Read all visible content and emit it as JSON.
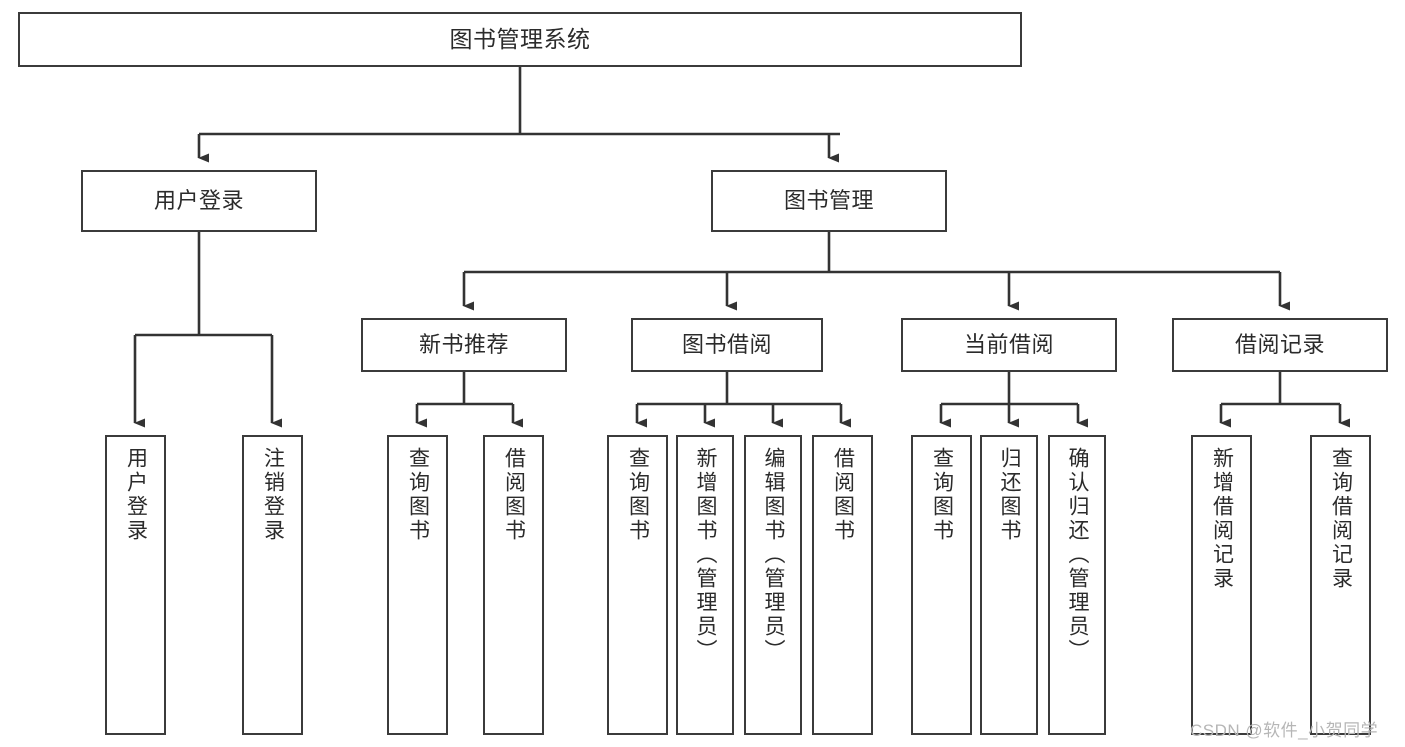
{
  "diagram": {
    "type": "tree",
    "title": "图书管理系统",
    "orientation": "top-down",
    "colors": {
      "box_stroke": "#3b3b3b",
      "box_fill": "#ffffff",
      "edge": "#333333",
      "text": "#2b2b2b",
      "watermark": "#b6b6b6",
      "background": "#ffffff"
    },
    "root": {
      "label": "图书管理系统"
    },
    "level2": [
      {
        "label": "用户登录"
      },
      {
        "label": "图书管理"
      }
    ],
    "level3": [
      {
        "label": "新书推荐"
      },
      {
        "label": "图书借阅"
      },
      {
        "label": "当前借阅"
      },
      {
        "label": "借阅记录"
      }
    ],
    "leaves": {
      "user_login": [
        {
          "label": "用户登录"
        },
        {
          "label": "注销登录"
        }
      ],
      "new_book_recommend": [
        {
          "label": "查询图书"
        },
        {
          "label": "借阅图书"
        }
      ],
      "book_borrow": [
        {
          "label": "查询图书"
        },
        {
          "label": "新增图书（管理员）"
        },
        {
          "label": "编辑图书（管理员）"
        },
        {
          "label": "借阅图书"
        }
      ],
      "current_borrow": [
        {
          "label": "查询图书"
        },
        {
          "label": "归还图书"
        },
        {
          "label": "确认归还（管理员）"
        }
      ],
      "borrow_record": [
        {
          "label": "新增借阅记录"
        },
        {
          "label": "查询借阅记录"
        }
      ]
    }
  },
  "watermark": {
    "text": "CSDN @软件_小贺同学"
  }
}
